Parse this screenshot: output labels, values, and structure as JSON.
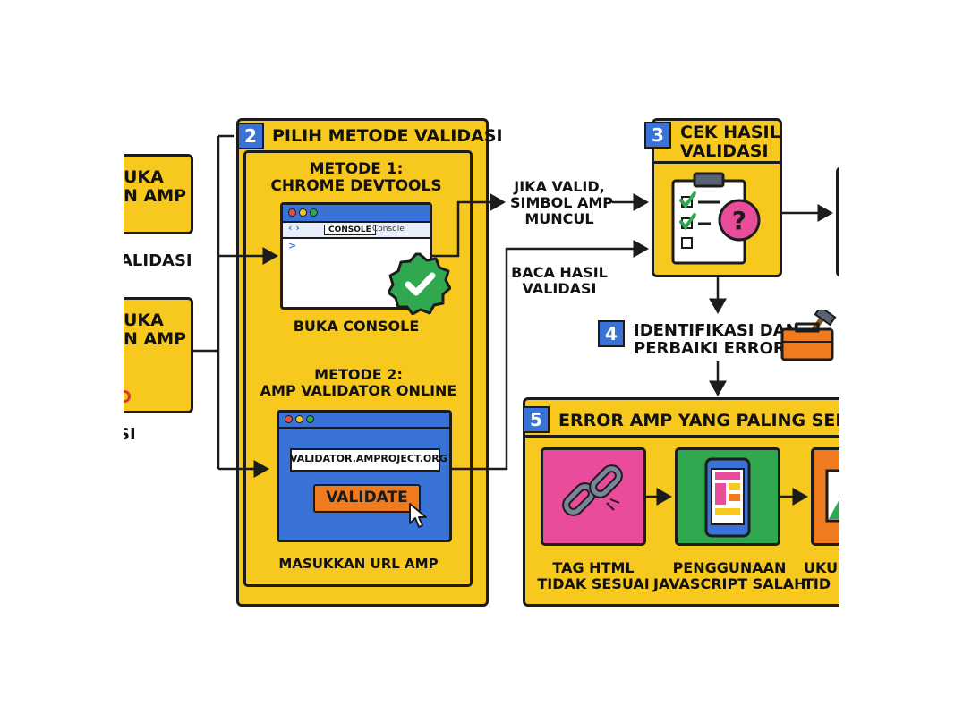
{
  "left_boxes": {
    "top_text": "UKA\nN AMP",
    "mid_text": "ALIDASI",
    "bottom_text": "UKA\nN AMP",
    "bottom_partial": "SI"
  },
  "step2": {
    "number": "2",
    "title": "PILIH METODE VALIDASI",
    "method1_title": "METODE 1:\nCHROME DEVTOOLS",
    "devtools_tab_active": "CONSOLE",
    "devtools_tab_inactive": "Console",
    "prompt_symbol": ">",
    "method1_caption": "BUKA CONSOLE",
    "method2_title": "METODE 2:\nAMP VALIDATOR ONLINE",
    "validator_url": "VALIDATOR.AMPROJECT.ORG",
    "validate_button": "VALIDATE",
    "method2_caption": "MASUKKAN URL AMP"
  },
  "flow_labels": {
    "valid_label": "JIKA VALID,\nSIMBOL AMP\nMUNCUL",
    "read_label": "BACA HASIL\nVALIDASI"
  },
  "step3": {
    "number": "3",
    "title": "CEK HASIL\nVALIDASI"
  },
  "step4": {
    "number": "4",
    "title": "IDENTIFIKASI DAN\nPERBAIKI ERROR"
  },
  "step5": {
    "number": "5",
    "title": "ERROR AMP YANG PALING SERING DI",
    "items": [
      {
        "label": "TAG HTML\nTIDAK SESUAI"
      },
      {
        "label": "PENGGUNAAN\nJAVASCRIPT SALAH"
      },
      {
        "label": "UKUR\nTID"
      }
    ]
  },
  "colors": {
    "yellow": "#f7c81e",
    "blue": "#3a73d8",
    "green": "#2fa84f",
    "pink": "#e94c9a",
    "orange": "#f07a1e",
    "outline": "#1c1c1c"
  }
}
